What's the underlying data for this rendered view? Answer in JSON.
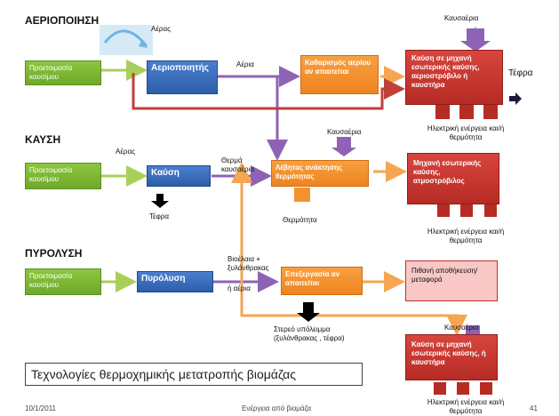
{
  "sections": {
    "gasification": "ΑΕΡΙΟΠΟΙΗΣΗ",
    "combustion": "ΚΑΥΣΗ",
    "pyrolysis": "ΠΥΡΟΛΥΣΗ"
  },
  "gasification": {
    "air_label": "Αέρας",
    "prep_box": "Προετοιμασία καυσίμου",
    "gasifier_box": "Αεριοποιητής",
    "gases_label": "Αέρια",
    "cleaning_box": "Καθαρισμός αερίου αν απαιτείται",
    "flue_label": "Καυσαέρια",
    "engine_box": "Καύση σε μηχανή εσωτερικής καύσης, αεριοστρόβιλο ή καυστήρα",
    "ash_label": "Τέφρα",
    "output_label": "Ηλεκτρική ενέργεια και/ή θερμότητα"
  },
  "combustion": {
    "air_label": "Αέρας",
    "prep_box": "Προετοιμασία καυσίμου",
    "combustion_box": "Καύση",
    "hot_gases_label": "Θερμά καυσαέρια",
    "ash_label": "Τέφρα",
    "boiler_box": "Λέβητας ανάκτησης θερμότητας",
    "heat_label": "Θερμότητα",
    "flue_label": "Καυσαέρια",
    "engine_box": "Μηχανή εσωτερικής καύσης, ατμοστρόβιλος",
    "output_label": "Ηλεκτρική ενέργεια και/ή θερμότητα"
  },
  "pyrolysis": {
    "prep_box": "Προετοιμασία καυσίμου",
    "pyrolysis_box": "Πυρόλυση",
    "oils_label": "Βιοέλαια + ξυλάνθρακας",
    "or_gas_label": "ή αέρια",
    "processing_box": "Επεξεργασία αν απαιτείται",
    "storage_box": "Πιθανή αποθήκευση/ μεταφορά",
    "solid_residue_label": "Στερεό υπόλειμμα (ξυλάνθρακας , τέφρα)",
    "engine_box": "Καύση σε μηχανή εσωτερικής καύσης, ή καυστήρα",
    "flue_label": "Καυσαέρια",
    "output_label": "Ηλεκτρική ενέργεια και/ή θερμότητα"
  },
  "caption": "Τεχνολογίες θερμοχημικής μετατροπής βιομάζας",
  "footer": {
    "date": "10/1/2011",
    "title": "Ενέργεια από βιομάζα",
    "page": "41"
  },
  "colors": {
    "green": "#7ab536",
    "blue": "#3a6fbf",
    "orange": "#f29330",
    "red": "#c63a33",
    "purple": "#8e63b5",
    "arrow_green": "#a9cf5a",
    "arrow_orange": "#f6a653",
    "arrow_red": "#c0403a"
  }
}
